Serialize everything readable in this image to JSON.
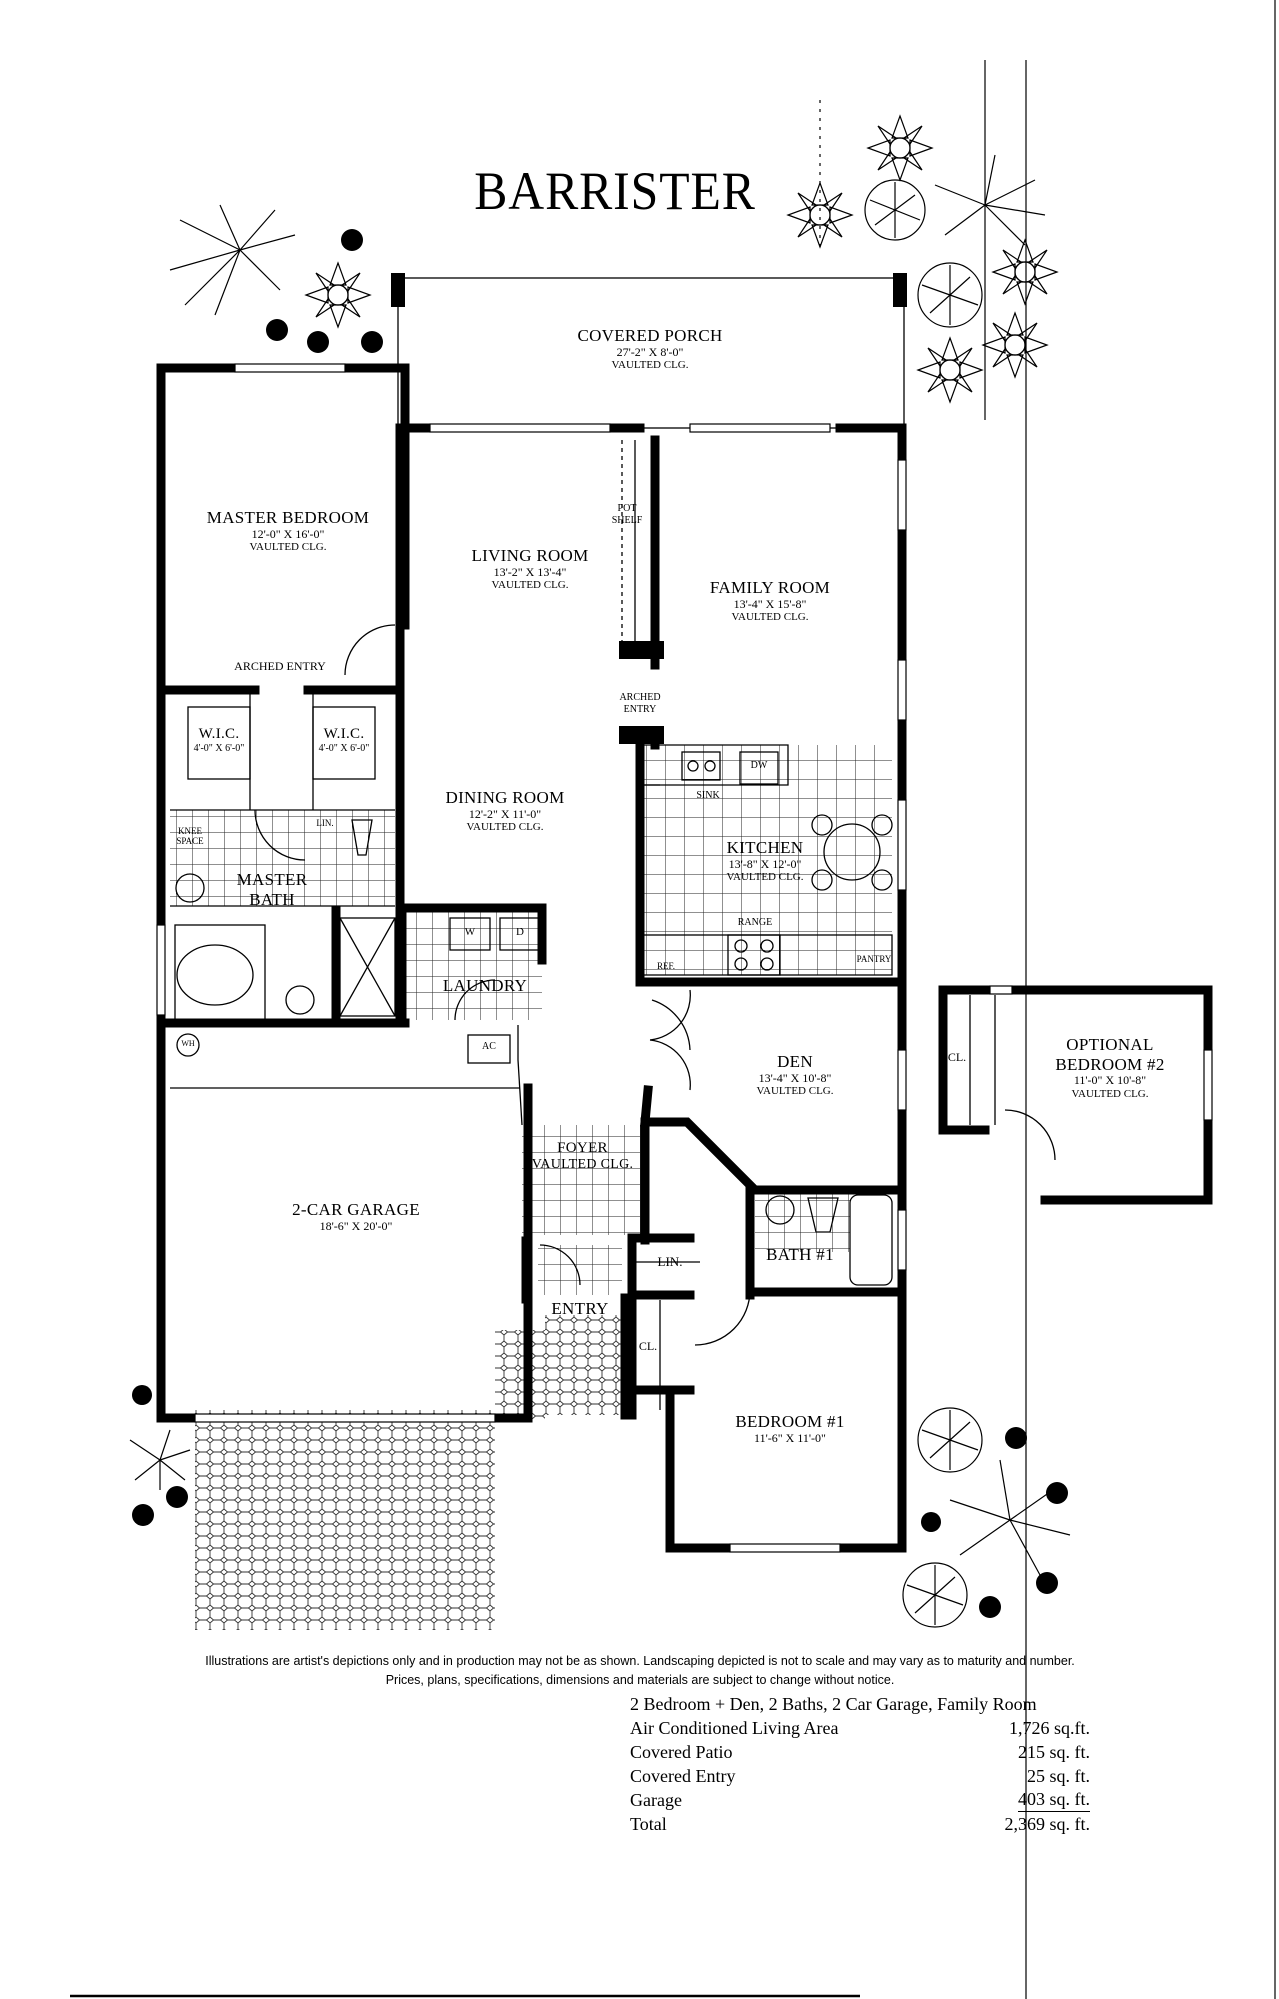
{
  "title": "BARRISTER",
  "rooms": {
    "covered_porch": {
      "name": "COVERED PORCH",
      "dims": "27'-2\" X 8'-0\"",
      "note": "VAULTED CLG."
    },
    "master_bedroom": {
      "name": "MASTER BEDROOM",
      "dims": "12'-0\" X 16'-0\"",
      "note": "VAULTED CLG."
    },
    "living_room": {
      "name": "LIVING ROOM",
      "dims": "13'-2\" X 13'-4\"",
      "note": "VAULTED CLG."
    },
    "family_room": {
      "name": "FAMILY ROOM",
      "dims": "13'-4\" X 15'-8\"",
      "note": "VAULTED CLG."
    },
    "dining_room": {
      "name": "DINING ROOM",
      "dims": "12'-2\" X 11'-0\"",
      "note": "VAULTED CLG."
    },
    "kitchen": {
      "name": "KITCHEN",
      "dims": "13'-8\" X 12'-0\"",
      "note": "VAULTED CLG."
    },
    "master_bath": {
      "name": "MASTER",
      "name2": "BATH"
    },
    "laundry": {
      "name": "LAUNDRY"
    },
    "den": {
      "name": "DEN",
      "dims": "13'-4\" X 10'-8\"",
      "note": "VAULTED CLG."
    },
    "optional_bedroom": {
      "name": "OPTIONAL",
      "name2": "BEDROOM #2",
      "dims": "11'-0\" X 10'-8\"",
      "note": "VAULTED CLG."
    },
    "garage": {
      "name": "2-CAR GARAGE",
      "dims": "18'-6\" X 20'-0\""
    },
    "foyer": {
      "name": "FOYER",
      "note": "VAULTED CLG."
    },
    "bath1": {
      "name": "BATH #1"
    },
    "entry": {
      "name": "ENTRY"
    },
    "bedroom1": {
      "name": "BEDROOM #1",
      "dims": "11'-6\" X 11'-0\""
    },
    "wic_left": {
      "name": "W.I.C.",
      "dims": "4'-0\" X 6'-0\""
    },
    "wic_right": {
      "name": "W.I.C.",
      "dims": "4'-0\" X 6'-0\""
    }
  },
  "labels": {
    "arched_entry_top": "ARCHED ENTRY",
    "pot_shelf_1": "POT",
    "pot_shelf_2": "SHELF",
    "arched_entry_side_1": "ARCHED",
    "arched_entry_side_2": "ENTRY",
    "knee_space_1": "KNEE",
    "knee_space_2": "SPACE",
    "lin_master": "LIN.",
    "sink": "SINK",
    "dw": "DW",
    "range": "RANGE",
    "ref": "REF.",
    "pantry": "PANTRY",
    "washer": "W",
    "dryer": "D",
    "wh": "WH",
    "ac": "AC",
    "cl_optional": "CL.",
    "lin_hall": "LIN.",
    "cl_bedroom": "CL."
  },
  "summary": {
    "headline": "2 Bedroom + Den, 2 Baths, 2 Car Garage, Family Room",
    "rows": [
      {
        "label": "Air Conditioned Living Area",
        "value": "1,726 sq.ft."
      },
      {
        "label": "Covered Patio",
        "value": "215 sq. ft."
      },
      {
        "label": "Covered Entry",
        "value": "25 sq. ft."
      },
      {
        "label": "Garage",
        "value": "403 sq. ft."
      },
      {
        "label": "Total",
        "value": "2,369 sq. ft."
      }
    ]
  },
  "disclaimer": {
    "line1": "Illustrations are artist's depictions only and in production may not be as shown. Landscaping depicted is not to scale and may vary as to maturity and number.",
    "line2": "Prices, plans, specifications, dimensions and materials are subject to change without notice."
  }
}
